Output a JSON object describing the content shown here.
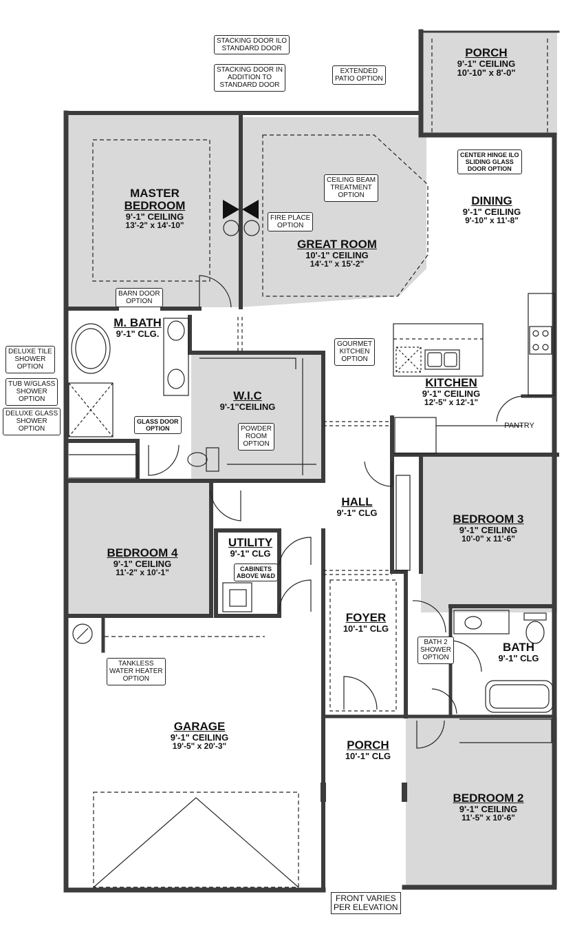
{
  "colors": {
    "room_fill": "#d9d9d9",
    "wall": "#3c3c3c",
    "line": "#222222"
  },
  "rooms": {
    "porch_rear": {
      "name": "PORCH",
      "ceiling": "9'-1\"  CEILING",
      "dims": "10'-10\" x 8'-0\""
    },
    "master_bedroom": {
      "name_line1": "MASTER",
      "name_line2": "BEDROOM",
      "ceiling": "9'-1\"  CEILING",
      "dims": "13'-2\" x 14'-10\""
    },
    "great_room": {
      "name": "GREAT ROOM",
      "ceiling": "10'-1\"  CEILING",
      "dims": "14'-1\" x 15'-2\""
    },
    "dining": {
      "name": "DINING",
      "ceiling": "9'-1\"  CEILING",
      "dims": "9'-10\" x 11'-8\""
    },
    "m_bath": {
      "name": "M. BATH",
      "ceiling": "9'-1\"  CLG."
    },
    "wic": {
      "name": "W.I.C",
      "ceiling": "9'-1\"CEILING"
    },
    "kitchen": {
      "name": "KITCHEN",
      "ceiling": "9'-1\"  CEILING",
      "dims": "12'-5\" x 12'-1\""
    },
    "pantry": {
      "name": "PANTRY"
    },
    "hall": {
      "name": "HALL",
      "ceiling": "9'-1\" CLG"
    },
    "bedroom3": {
      "name": "BEDROOM 3",
      "ceiling": "9'-1\"  CEILING",
      "dims": "10'-0\" x 11'-6\""
    },
    "bedroom4": {
      "name": "BEDROOM 4",
      "ceiling": "9'-1\"  CEILING",
      "dims": "11'-2\" x 10'-1\""
    },
    "utility": {
      "name": "UTILITY",
      "ceiling": "9'-1\"  CLG"
    },
    "foyer": {
      "name": "FOYER",
      "ceiling": "10'-1\"  CLG"
    },
    "bath": {
      "name": "BATH",
      "ceiling": "9'-1\"  CLG"
    },
    "garage": {
      "name": "GARAGE",
      "ceiling": "9'-1\"  CEILING",
      "dims": "19'-5\" x 20'-3\""
    },
    "porch_front": {
      "name": "PORCH",
      "ceiling": "10'-1\"  CLG"
    },
    "bedroom2": {
      "name": "BEDROOM 2",
      "ceiling": "9'-1\"  CEILING",
      "dims": "11'-5\" x 10'-6\""
    }
  },
  "options": {
    "stacking_door_ilo": [
      "STACKING DOOR ILO",
      "STANDARD DOOR"
    ],
    "stacking_door_addition": [
      "STACKING DOOR IN",
      "ADDITION TO",
      "STANDARD DOOR"
    ],
    "extended_patio": [
      "EXTENDED",
      "PATIO OPTION"
    ],
    "center_hinge": [
      "CENTER HINGE ILO",
      "SLIDING GLASS",
      "DOOR OPTION"
    ],
    "ceiling_beam": [
      "CEILING BEAM",
      "TREATMENT",
      "OPTION"
    ],
    "fireplace": [
      "FIRE PLACE",
      "OPTION"
    ],
    "barn_door": [
      "BARN DOOR",
      "OPTION"
    ],
    "gourmet_kitchen": [
      "GOURMET",
      "KITCHEN",
      "OPTION"
    ],
    "deluxe_tile": [
      "DELUXE TILE",
      "SHOWER",
      "OPTION"
    ],
    "tub_glass": [
      "TUB W/GLASS",
      "SHOWER",
      "OPTION"
    ],
    "deluxe_glass": [
      "DELUXE GLASS",
      "SHOWER",
      "OPTION"
    ],
    "glass_door": [
      "GLASS DOOR",
      "OPTION"
    ],
    "powder_room": [
      "POWDER",
      "ROOM",
      "OPTION"
    ],
    "cabinets": [
      "CABINETS",
      "ABOVE W&D"
    ],
    "bath2_shower": [
      "BATH 2",
      "SHOWER",
      "OPTION"
    ],
    "tankless": [
      "TANKLESS",
      "WATER HEATER",
      "OPTION"
    ],
    "front_varies": [
      "FRONT VARIES",
      "PER ELEVATION"
    ]
  }
}
